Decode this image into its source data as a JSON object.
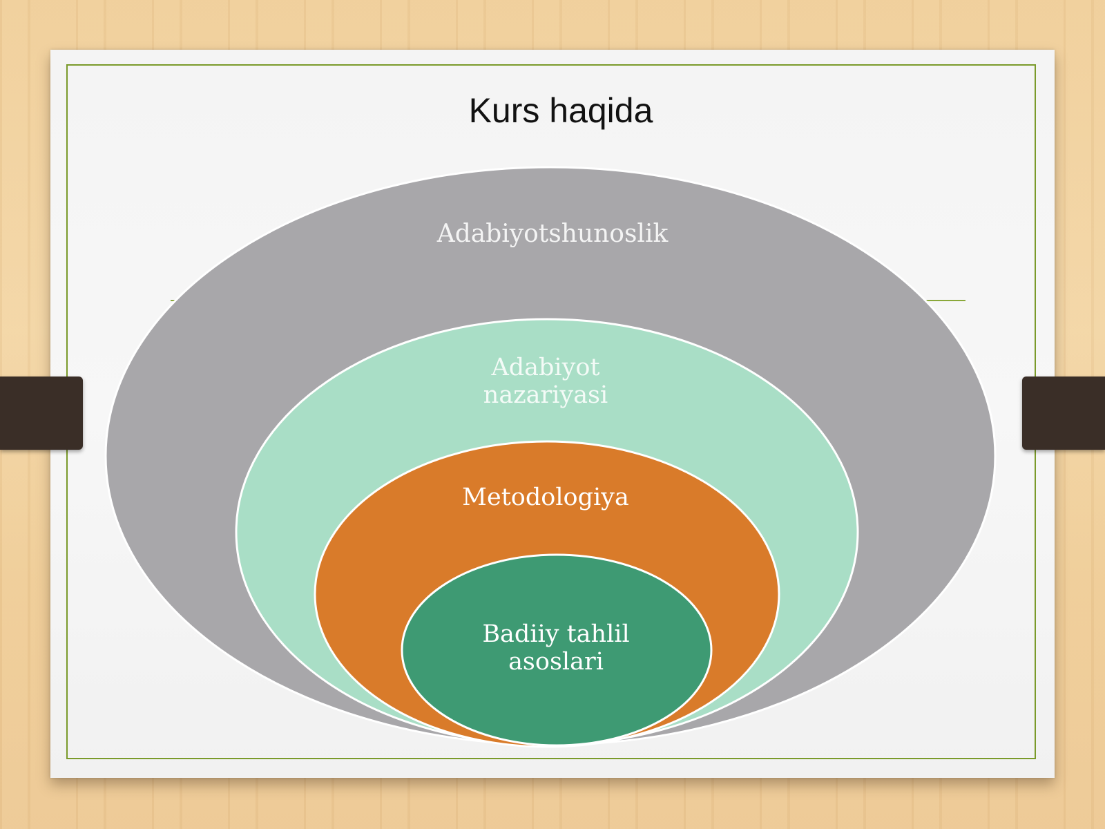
{
  "slide": {
    "title": "Kurs haqida"
  },
  "diagram": {
    "layers": [
      {
        "label": "Adabiyotshunoslik",
        "color": "#a8a7aa"
      },
      {
        "label": "Adabiyot\nnazariyasi",
        "color": "#a9dec6"
      },
      {
        "label": "Metodologiya",
        "color": "#d97b2a"
      },
      {
        "label": "Badiiy tahlil\nasoslari",
        "color": "#3e9a73"
      }
    ]
  },
  "colors": {
    "slide_border": "#7a9a2a",
    "clip": "#3a2e27",
    "background_wood": "#f0cf9b"
  }
}
